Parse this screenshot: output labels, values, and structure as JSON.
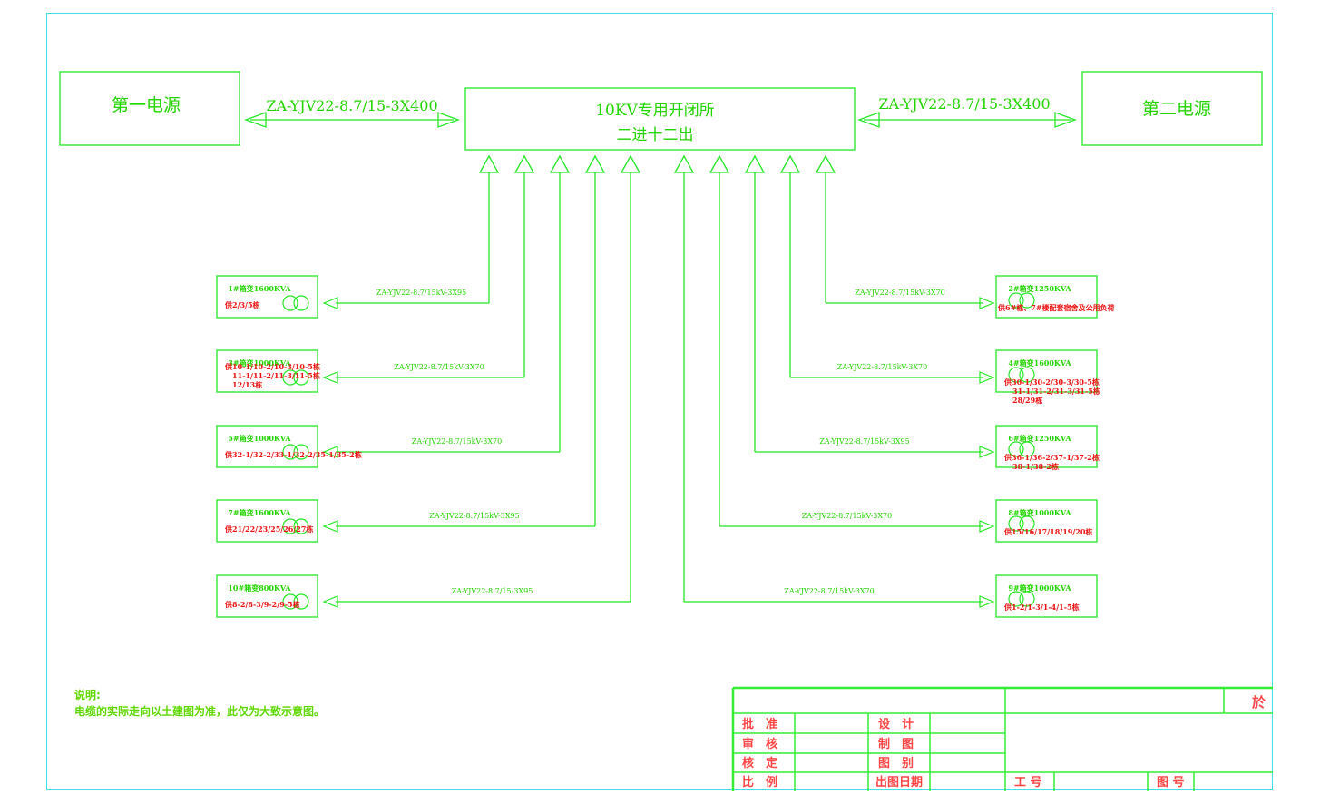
{
  "diagram": {
    "source1": "第一电源",
    "source2": "第二电源",
    "main_cable_left": "ZA-YJV22-8.7/15-3X400",
    "main_cable_right": "ZA-YJV22-8.7/15-3X400",
    "switch_station_line1": "10KV专用开闭所",
    "switch_station_line2": "二进十二出"
  },
  "transformers_left": [
    {
      "title": "1#箱变1600KVA",
      "cable": "ZA-YJV22-8.7/15kV-3X95",
      "supply": [
        "供2/3/5栋"
      ]
    },
    {
      "title": "3#箱变1000KVA",
      "cable": "ZA-YJV22-8.7/15kV-3X70",
      "supply": [
        "供10-1/10-2/10-3/10-5栋",
        "11-1/11-2/11-3/11-5栋",
        "12/13栋"
      ]
    },
    {
      "title": "5#箱变1000KVA",
      "cable": "ZA-YJV22-8.7/15kV-3X70",
      "supply": [
        "供32-1/32-2/33-1/32-2/35-1/35-2栋"
      ]
    },
    {
      "title": "7#箱变1600KVA",
      "cable": "ZA-YJV22-8.7/15kV-3X95",
      "supply": [
        "供21/22/23/25/26/27栋"
      ]
    },
    {
      "title": "10#箱变800KVA",
      "cable": "ZA-YJV22-8.7/15-3X95",
      "supply": [
        "供8-2/8-3/9-2/9-5栋"
      ]
    }
  ],
  "transformers_right": [
    {
      "title": "2#箱变1250KVA",
      "cable": "ZA-YJV22-8.7/15kV-3X70",
      "supply": [
        "供6#栋、7#楼配套宿舍及公用负荷"
      ]
    },
    {
      "title": "4#箱变1600KVA",
      "cable": "ZA-YJV22-8.7/15kV-3X70",
      "supply": [
        "供30-1/30-2/30-3/30-5栋",
        "31-1/31-2/31-3/31-5栋",
        "28/29栋"
      ]
    },
    {
      "title": "6#箱变1250KVA",
      "cable": "ZA-YJV22-8.7/15kV-3X95",
      "supply": [
        "供36-1/36-2/37-1/37-2栋",
        "38-1/38-2栋"
      ]
    },
    {
      "title": "8#箱变1000KVA",
      "cable": "ZA-YJV22-8.7/15kV-3X70",
      "supply": [
        "供15/16/17/18/19/20栋"
      ]
    },
    {
      "title": "9#箱变1000KVA",
      "cable": "ZA-YJV22-8.7/15kV-3X70",
      "supply": [
        "供1-2/1-3/1-4/1-5栋"
      ]
    }
  ],
  "notes": {
    "label": "说明:",
    "text": "电缆的实际走向以土建图为准，此仅为大致示意图。"
  },
  "title_block": {
    "approve": "批　准",
    "review": "审　核",
    "verify": "核　定",
    "scale": "比　例",
    "design": "设　计",
    "draw": "制　图",
    "check": "图　别",
    "issue_date": "出图日期",
    "project_no": "工 号",
    "drawing_no": "图 号",
    "corner_mark": "於"
  },
  "colors": {
    "line": "#22e822",
    "text_green": "#22d400",
    "text_red": "#ee1111",
    "title_block": "#33ee33",
    "title_text": "#ff4444",
    "border": "#3fe0e6"
  }
}
